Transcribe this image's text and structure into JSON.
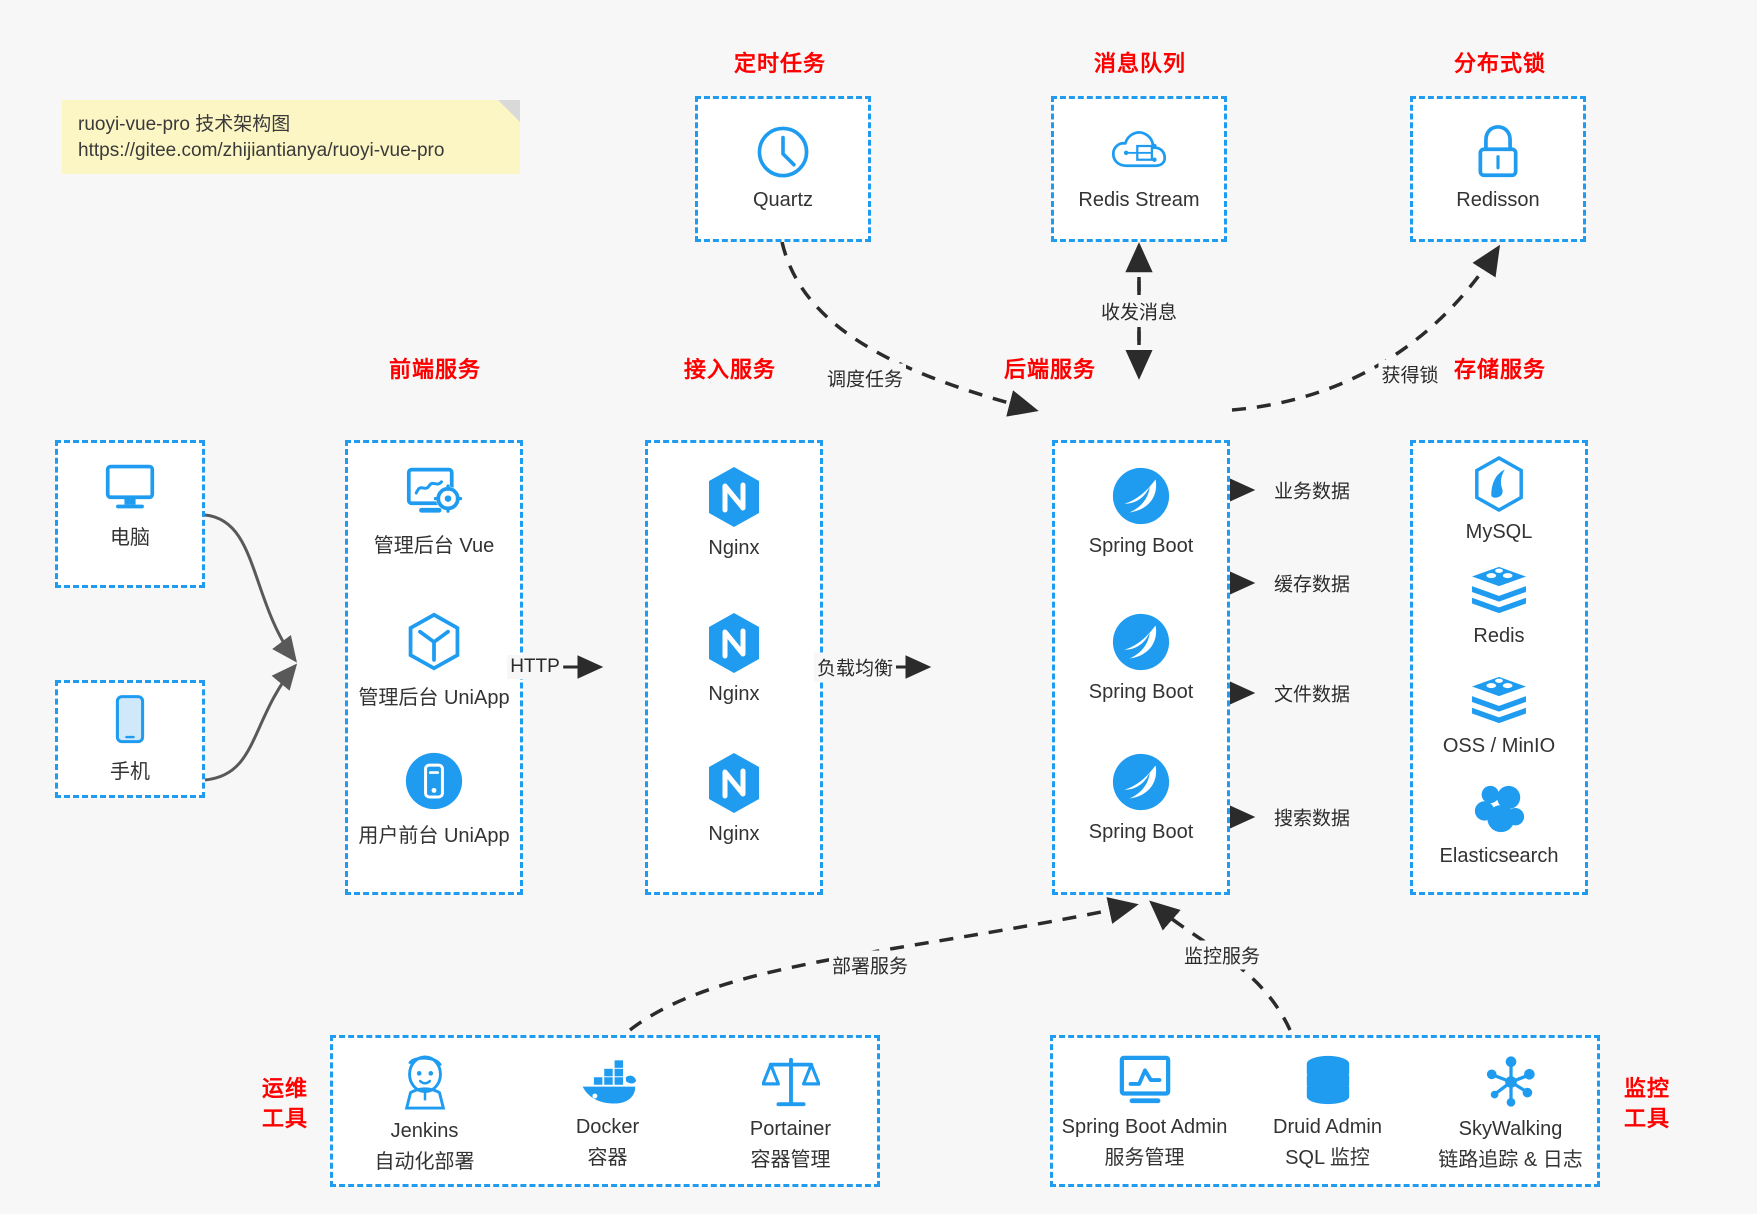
{
  "note": {
    "line1": "ruoyi-vue-pro 技术架构图",
    "line2": "https://gitee.com/zhijiantianya/ruoyi-vue-pro"
  },
  "colors": {
    "accent": "#1f9cf0",
    "title": "#ff0000",
    "text": "#333333",
    "background": "#f7f7f7",
    "note": "#fcf6c4",
    "edge": "#2b2b2b"
  },
  "groups": {
    "scheduled_task": {
      "title": "定时任务",
      "items": [
        {
          "label": "Quartz",
          "icon": "clock-icon"
        }
      ]
    },
    "message_queue": {
      "title": "消息队列",
      "items": [
        {
          "label": "Redis Stream",
          "icon": "cloud-stream-icon"
        }
      ]
    },
    "distributed_lock": {
      "title": "分布式锁",
      "items": [
        {
          "label": "Redisson",
          "icon": "lock-icon"
        }
      ]
    },
    "clients": {
      "items": [
        {
          "label": "电脑",
          "icon": "desktop-icon"
        },
        {
          "label": "手机",
          "icon": "phone-icon"
        }
      ]
    },
    "frontend": {
      "title": "前端服务",
      "items": [
        {
          "label": "管理后台 Vue",
          "icon": "dashboard-icon"
        },
        {
          "label": "管理后台 UniApp",
          "icon": "cube-icon"
        },
        {
          "label": "用户前台 UniApp",
          "icon": "mobile-app-icon"
        }
      ]
    },
    "gateway": {
      "title": "接入服务",
      "items": [
        {
          "label": "Nginx",
          "icon": "nginx-icon"
        },
        {
          "label": "Nginx",
          "icon": "nginx-icon"
        },
        {
          "label": "Nginx",
          "icon": "nginx-icon"
        }
      ]
    },
    "backend": {
      "title": "后端服务",
      "items": [
        {
          "label": "Spring Boot",
          "icon": "spring-boot-icon"
        },
        {
          "label": "Spring Boot",
          "icon": "spring-boot-icon"
        },
        {
          "label": "Spring Boot",
          "icon": "spring-boot-icon"
        }
      ]
    },
    "storage": {
      "title": "存储服务",
      "items": [
        {
          "label": "MySQL",
          "icon": "mysql-icon"
        },
        {
          "label": "Redis",
          "icon": "redis-icon"
        },
        {
          "label": "OSS / MinIO",
          "icon": "oss-icon"
        },
        {
          "label": "Elasticsearch",
          "icon": "elasticsearch-icon"
        }
      ]
    },
    "devops": {
      "title": "运维\n工具",
      "title_line1": "运维",
      "title_line2": "工具",
      "items": [
        {
          "label": "Jenkins",
          "sub": "自动化部署",
          "icon": "jenkins-icon"
        },
        {
          "label": "Docker",
          "sub": "容器",
          "icon": "docker-icon"
        },
        {
          "label": "Portainer",
          "sub": "容器管理",
          "icon": "scales-icon"
        }
      ]
    },
    "monitoring": {
      "title_line1": "监控",
      "title_line2": "工具",
      "items": [
        {
          "label": "Spring Boot Admin",
          "sub": "服务管理",
          "icon": "monitor-chart-icon"
        },
        {
          "label": "Druid Admin",
          "sub": "SQL 监控",
          "icon": "database-icon"
        },
        {
          "label": "SkyWalking",
          "sub": "链路追踪 & 日志",
          "icon": "skywalking-icon"
        }
      ]
    }
  },
  "edges": {
    "http": "HTTP",
    "load_balance": "负载均衡",
    "schedule_task": "调度任务",
    "send_receive_message": "收发消息",
    "acquire_lock": "获得锁",
    "business_data": "业务数据",
    "cache_data": "缓存数据",
    "file_data": "文件数据",
    "search_data": "搜索数据",
    "deploy_service": "部署服务",
    "monitor_service": "监控服务"
  }
}
